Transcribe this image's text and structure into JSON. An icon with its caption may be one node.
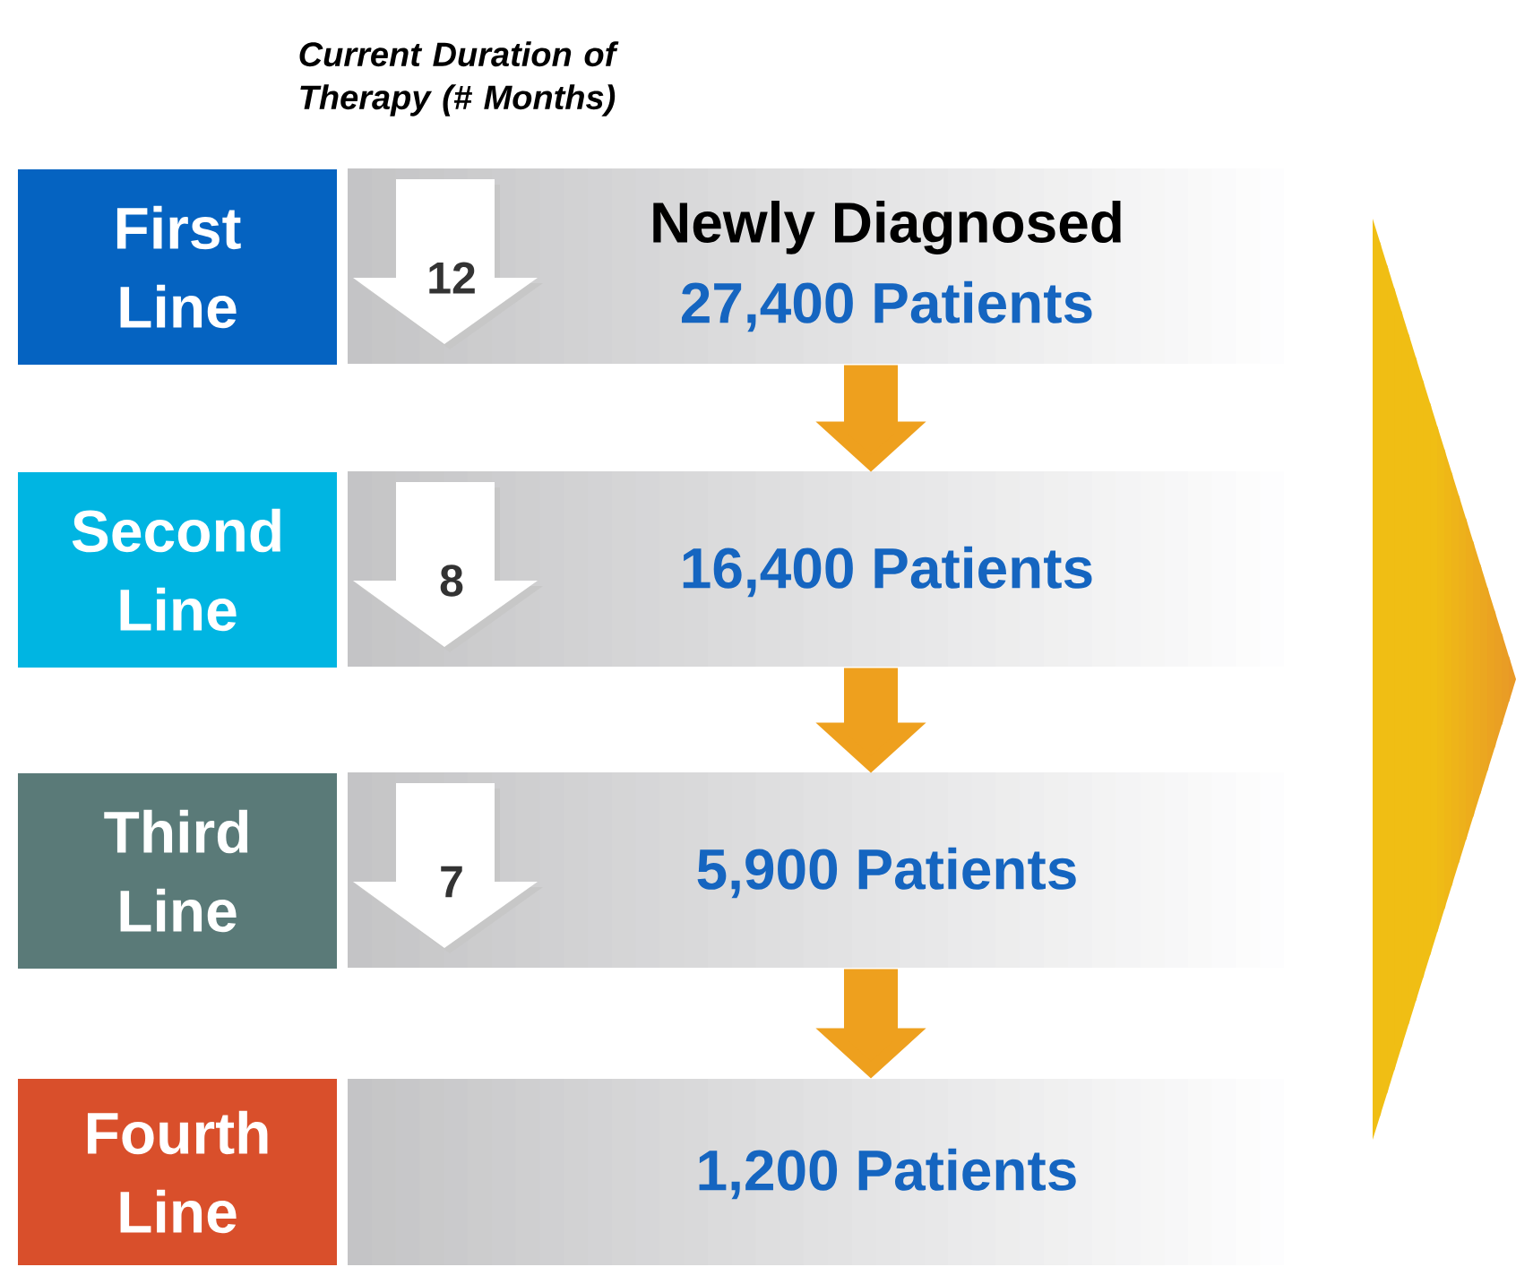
{
  "diagram": {
    "nodes": [
      {
        "text": [
          "First Line"
        ]
      },
      {
        "text": [
          "Newly Diagnosed",
          "27,400 Patients"
        ]
      },
      {
        "text": [
          "12"
        ],
        "in": 1
      },
      {
        "text": [
          "Second Line"
        ]
      },
      {
        "text": [
          "16,400 Patients"
        ]
      },
      {
        "text": [
          "8"
        ],
        "in": 4
      },
      {
        "text": [
          "Third Line"
        ]
      },
      {
        "text": [
          "5,900 Patients"
        ]
      },
      {
        "text": [
          "7"
        ],
        "in": 7
      },
      {
        "text": [
          "Fourth Line"
        ]
      },
      {
        "text": [
          "1,200 Patients"
        ]
      }
    ],
    "edges": [
      {
        "from": 1,
        "to": 4,
        "arrow": "to"
      },
      {
        "from": 4,
        "to": 7,
        "arrow": "to"
      },
      {
        "from": 7,
        "to": 10,
        "arrow": "to"
      }
    ],
    "labels": [
      "Current Duration of Therapy (# Months)"
    ]
  }
}
